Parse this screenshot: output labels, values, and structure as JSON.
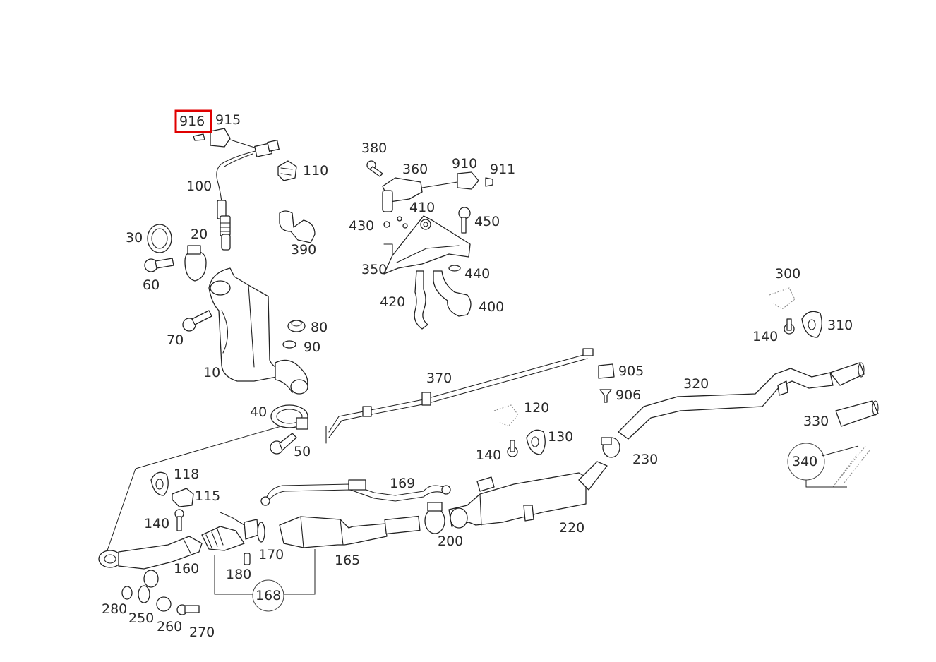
{
  "highlight": {
    "part": "916",
    "color": "#e00000"
  },
  "labels": {
    "p916": "916",
    "p915": "915",
    "p110": "110",
    "p100": "100",
    "p380": "380",
    "p360": "360",
    "p910": "910",
    "p911": "911",
    "p410": "410",
    "p430": "430",
    "p450": "450",
    "p390": "390",
    "p30": "30",
    "p20": "20",
    "p60": "60",
    "p350": "350",
    "p440": "440",
    "p420": "420",
    "p400": "400",
    "p300": "300",
    "p310": "310",
    "p140a": "140",
    "p70": "70",
    "p80": "80",
    "p90": "90",
    "p10": "10",
    "p370": "370",
    "p905": "905",
    "p906": "906",
    "p320": "320",
    "p120": "120",
    "p130": "130",
    "p140b": "140",
    "p330": "330",
    "p40": "40",
    "p50": "50",
    "p230": "230",
    "p340": "340",
    "p118": "118",
    "p115": "115",
    "p169": "169",
    "p140c": "140",
    "p220": "220",
    "p170": "170",
    "p165": "165",
    "p200": "200",
    "p160": "160",
    "p180": "180",
    "p168": "168",
    "p280": "280",
    "p250": "250",
    "p260": "260",
    "p270": "270"
  }
}
